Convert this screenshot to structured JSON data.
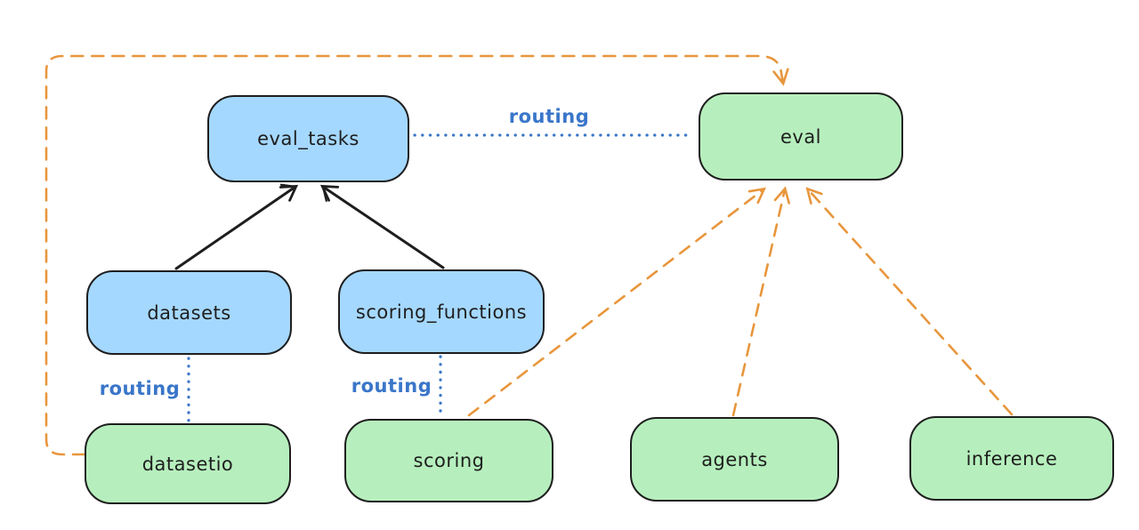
{
  "diagram": {
    "colors": {
      "api-fill": "#a5d8ff",
      "provider-fill": "#b6efbd",
      "stroke": "#1e1e1e",
      "routing-blue": "#3a76c9",
      "orange": "#e8963c"
    },
    "nodes": {
      "eval_tasks": {
        "label": "eval_tasks",
        "kind": "api"
      },
      "eval": {
        "label": "eval",
        "kind": "provider"
      },
      "datasets": {
        "label": "datasets",
        "kind": "api"
      },
      "scoring_functions": {
        "label": "scoring_functions",
        "kind": "api"
      },
      "datasetio": {
        "label": "datasetio",
        "kind": "provider"
      },
      "scoring": {
        "label": "scoring",
        "kind": "provider"
      },
      "agents": {
        "label": "agents",
        "kind": "provider"
      },
      "inference": {
        "label": "inference",
        "kind": "provider"
      }
    },
    "edge_labels": {
      "eval_tasks_to_eval": "routing",
      "datasets_to_datasetio": "routing",
      "scoring_functions_to_scoring": "routing"
    },
    "edges": [
      {
        "from": "datasets",
        "to": "eval_tasks",
        "style": "solid",
        "color": "#1e1e1e",
        "arrow": true
      },
      {
        "from": "scoring_functions",
        "to": "eval_tasks",
        "style": "solid",
        "color": "#1e1e1e",
        "arrow": true
      },
      {
        "from": "eval_tasks",
        "to": "eval",
        "style": "dotted",
        "color": "#3a76c9",
        "arrow": false,
        "label": "routing"
      },
      {
        "from": "datasets",
        "to": "datasetio",
        "style": "dotted",
        "color": "#3a76c9",
        "arrow": false,
        "label": "routing"
      },
      {
        "from": "scoring_functions",
        "to": "scoring",
        "style": "dotted",
        "color": "#3a76c9",
        "arrow": false,
        "label": "routing"
      },
      {
        "from": "datasetio",
        "to": "eval",
        "style": "dashed",
        "color": "#e8963c",
        "arrow": true
      },
      {
        "from": "scoring",
        "to": "eval",
        "style": "dashed",
        "color": "#e8963c",
        "arrow": true
      },
      {
        "from": "agents",
        "to": "eval",
        "style": "dashed",
        "color": "#e8963c",
        "arrow": true
      },
      {
        "from": "inference",
        "to": "eval",
        "style": "dashed",
        "color": "#e8963c",
        "arrow": true
      }
    ]
  }
}
